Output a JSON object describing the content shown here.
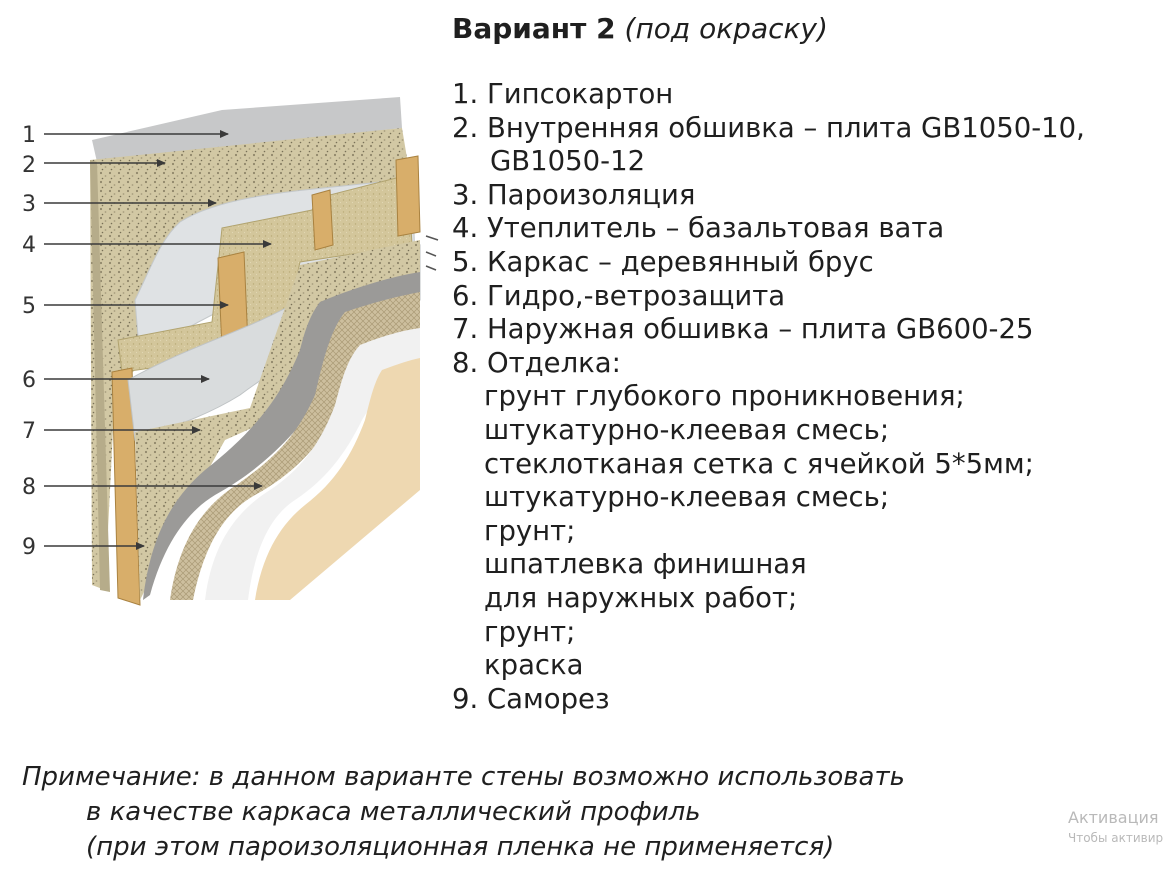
{
  "title": {
    "main": "Вариант 2",
    "sub": "(под окраску)"
  },
  "callouts": [
    "1",
    "2",
    "3",
    "4",
    "5",
    "6",
    "7",
    "8",
    "9"
  ],
  "legend": [
    "1. Гипсокартон",
    "2. Внутренняя обшивка – плита GB1050-10,",
    "GB1050-12",
    "3. Пароизоляция",
    "4. Утеплитель – базальтовая вата",
    "5. Каркас – деревянный брус",
    "6. Гидро,-ветрозащита",
    "7. Наружная обшивка – плита GB600-25",
    "8. Отделка:",
    "грунт глубокого проникновения;",
    "штукатурно-клеевая смесь;",
    "стеклотканая сетка с ячейкой 5*5мм;",
    "штукатурно-клеевая смесь;",
    "грунт;",
    "шпатлевка финишная",
    "для наружных работ;",
    "грунт;",
    "краска",
    "9. Саморез"
  ],
  "note": {
    "label": "Примечание:",
    "line1": "в данном варианте стены возможно использовать",
    "line2": "в качестве каркаса металлический профиль",
    "line3": "(при этом пароизоляционная пленка не применяется)"
  },
  "watermark": {
    "line1": "Активация",
    "line2": "Чтобы активир"
  },
  "colors": {
    "text": "#1f1f1f",
    "gypsum": "#c7c8c9",
    "osb_board": "#d8cfae",
    "vapor_film": "#dfe2e4",
    "mineral_wool": "#d2c596",
    "timber": "#d8ae6a",
    "wind_membrane": "#d9dcdd",
    "outer_board": "#cdc3a3",
    "plaster": "#9b9a98",
    "mesh": "#c6b899",
    "putty": "#f1f1f1",
    "paint": "#eed8b1",
    "watermark": "#b9b9b9"
  }
}
